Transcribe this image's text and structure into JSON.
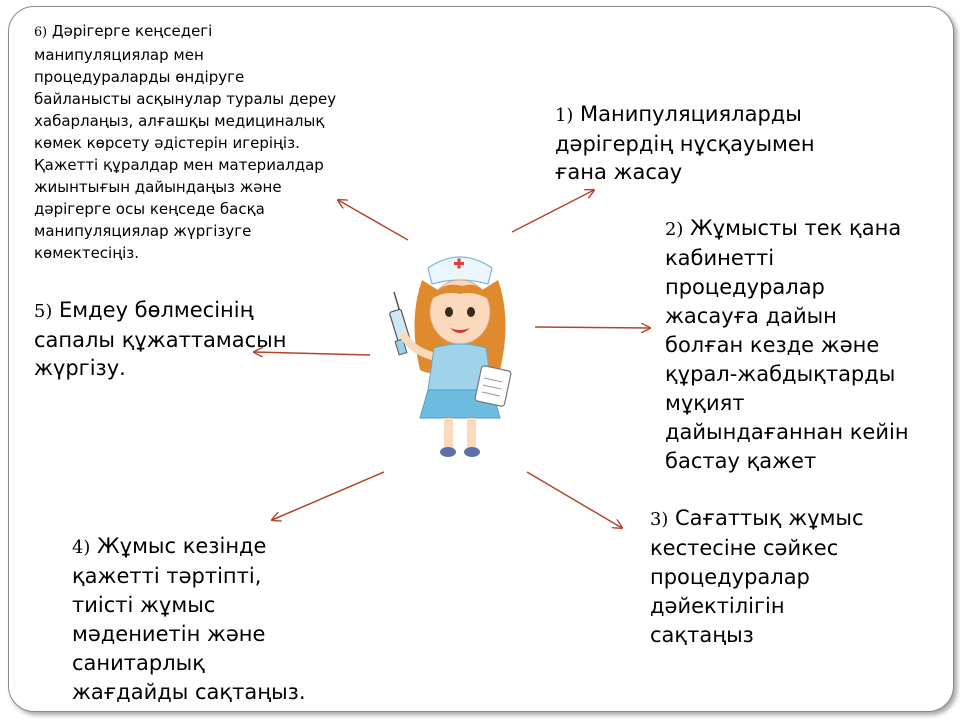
{
  "accent_arrow_color": "#b5442b",
  "items": [
    {
      "num": "1)",
      "text": "Манипуляцияларды\nдәрігердің нұсқауымен\nғана жасау"
    },
    {
      "num": "2)",
      "text": "Жұмысты тек қана\nкабинетті\nпроцедуралар\nжасауға дайын\nболған кезде және\nқұрал-жабдықтарды\nмұқият\nдайындағаннан кейін\nбастау қажет"
    },
    {
      "num": "3)",
      "text": "Сағаттық жұмыс\nкестесіне сәйкес\nпроцедуралар\nдәйектілігін\nсақтаңыз"
    },
    {
      "num": "4)",
      "text": "Жұмыс кезінде\nқажетті тәртіпті,\nтиісті жұмыс\nмәдениетін және\nсанитарлық\nжағдайды сақтаңыз."
    },
    {
      "num": "5)",
      "text": "Емдеу бөлмесінің\nсапалы құжаттамасын\nжүргізу."
    },
    {
      "num": "6)",
      "text": "Дәрігерге кеңседегі\nманипуляциялар мен\nпроцедураларды өндіруге\nбайланысты асқынулар туралы дереу\nхабарлаңыз, алғашқы медициналық\nкөмек көрсету әдістерін игеріңіз.\nҚажетті құралдар мен материалдар\nжиынтығын дайындаңыз және\nдәрігерге осы кеңседе басқа\nманипуляциялар жүргізуге\nкөмектесіңіз."
    }
  ]
}
